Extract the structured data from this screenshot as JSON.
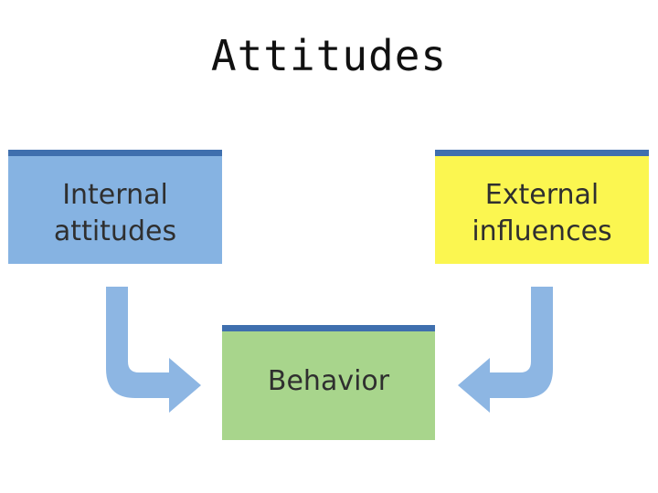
{
  "title": "Attitudes",
  "boxes": {
    "internal": {
      "line1": "Internal",
      "line2": "attitudes",
      "color": "#86b3e2"
    },
    "external": {
      "line1": "External",
      "line2": "influences",
      "color": "#fbf650"
    },
    "behavior": {
      "line1": "Behavior",
      "color": "#a8d58c"
    }
  },
  "colors": {
    "box_top_bar": "#3f6fae",
    "arrow": "#8db6e3"
  }
}
